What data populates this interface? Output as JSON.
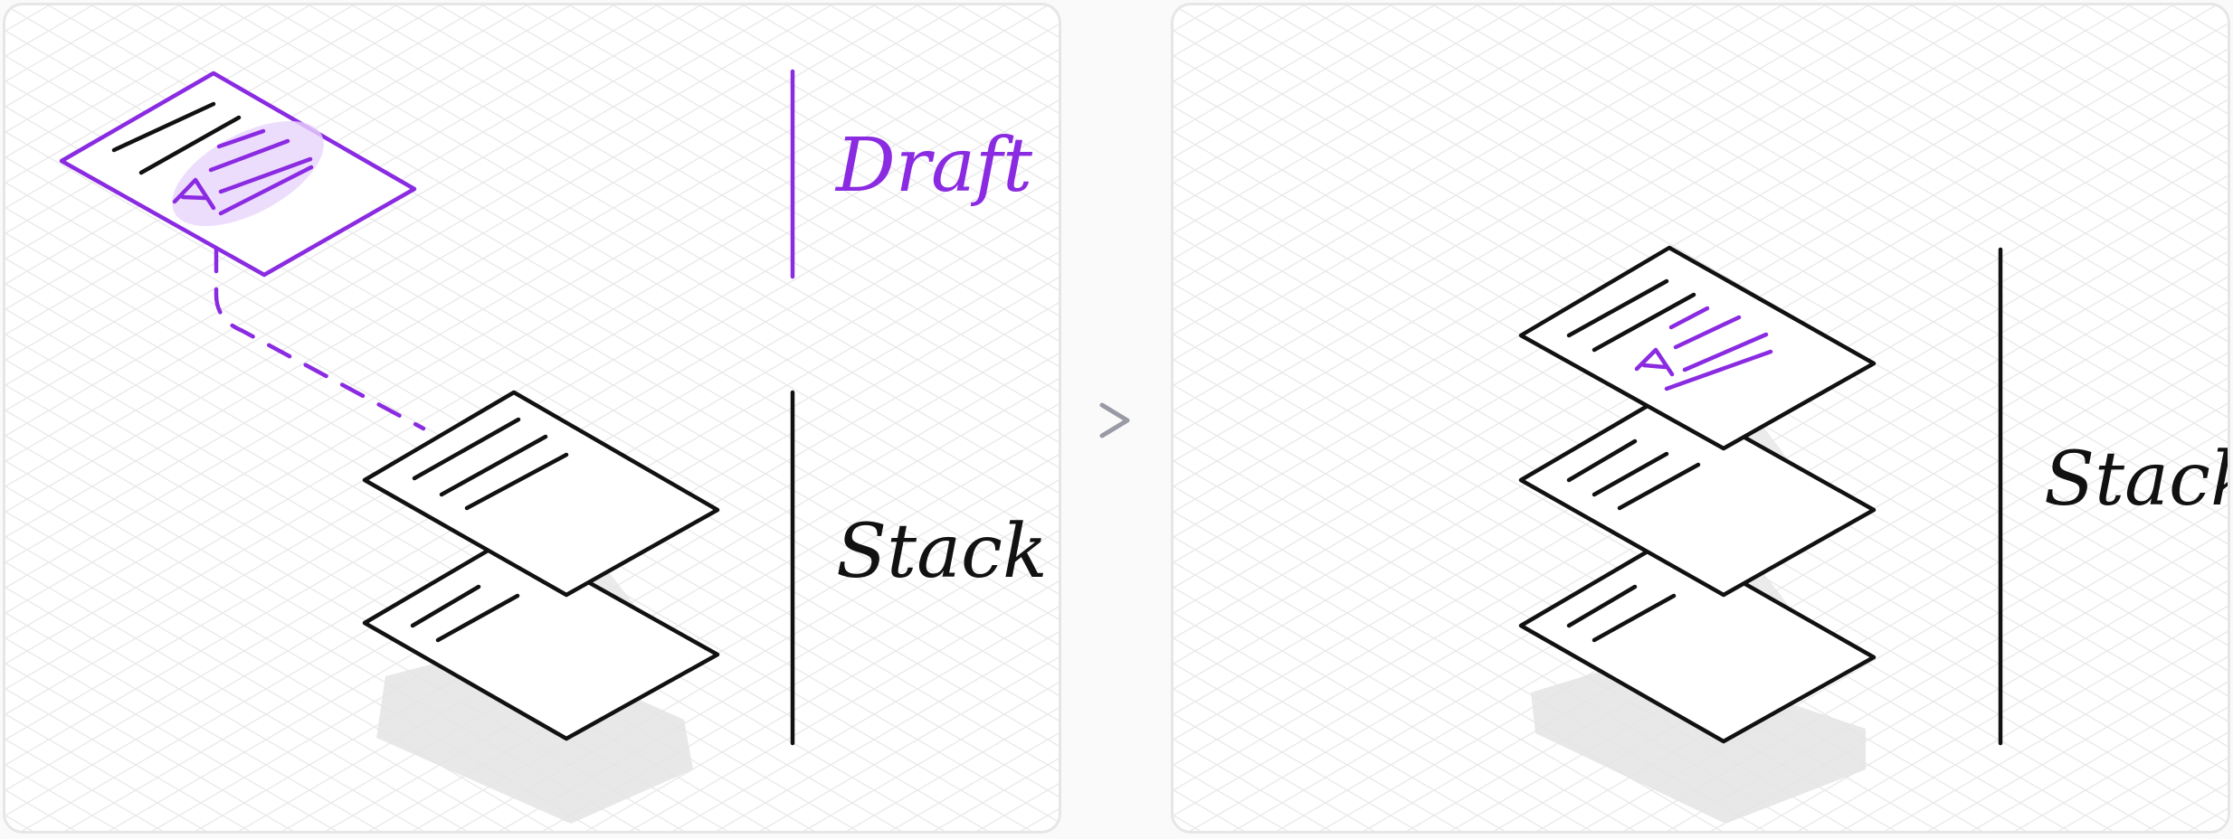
{
  "panels": [
    {
      "id": "before",
      "labels": {
        "draft": "Draft",
        "stack": "Stack"
      }
    },
    {
      "id": "after",
      "labels": {
        "stack": "Stack"
      }
    }
  ],
  "separator": {
    "glyph": ">"
  },
  "colors": {
    "accent": "#8a2be2",
    "ink": "#111111",
    "grid": "#e9e9e9",
    "shadow": "#e4e4e4",
    "border": "#e6e6e6",
    "separator": "#9a9aa6"
  },
  "icons": {
    "draft-document": "page-with-lines-and-A-mark",
    "stacked-document": "page-with-lines",
    "separator": "chevron-right-icon"
  }
}
